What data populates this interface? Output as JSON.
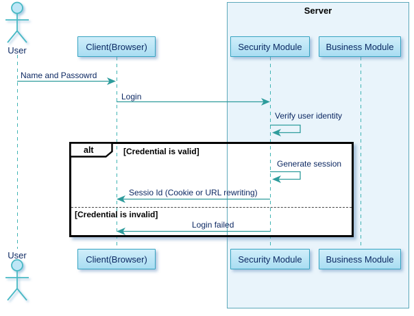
{
  "server": {
    "title": "Server"
  },
  "actors": {
    "top": "User",
    "bottom": "User"
  },
  "participants": {
    "client": "Client(Browser)",
    "security": "Security Module",
    "business": "Business Module"
  },
  "messages": {
    "name_password": "Name and Passowrd",
    "login": "Login",
    "verify": "Verify user identity",
    "generate": "Generate session",
    "session_id": "Sessio Id (Cookie or URL rewriting)",
    "login_failed": "Login failed"
  },
  "alt": {
    "operator": "alt",
    "condition_valid": "[Credential is valid]",
    "condition_invalid": "[Credential is invalid]"
  },
  "colors": {
    "server_bg": "#E9F4FB",
    "server_border": "#5CA8BA",
    "box_fill": "#BDE5F6",
    "box_border": "#35A3C0",
    "arrow_teal": "#2E9C9C",
    "actor_stroke": "#47B9C4",
    "text_navy": "#0C2862",
    "frame_black": "#000000"
  }
}
